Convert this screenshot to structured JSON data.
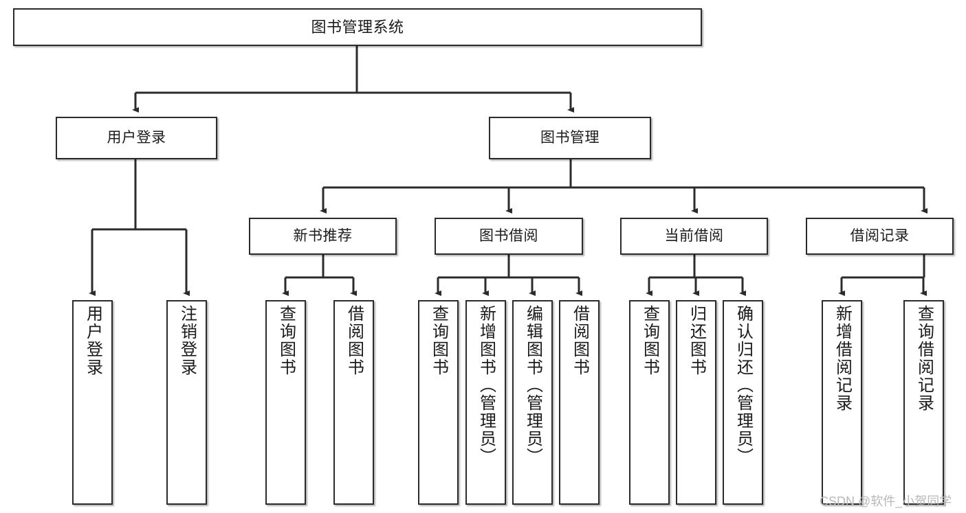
{
  "diagram": {
    "title": "图书管理系统",
    "type": "hierarchy-tree",
    "levels": 4,
    "colors": {
      "box_border": "#2b2b2b",
      "box_fill": "#ffffff",
      "connector": "#2b2b2b",
      "text": "#1a1a1a",
      "watermark": "#b8b8b8",
      "background": "#ffffff"
    }
  },
  "root": {
    "label": "图书管理系统"
  },
  "level1": [
    {
      "label": "用户登录"
    },
    {
      "label": "图书管理"
    }
  ],
  "level2": [
    {
      "label": "新书推荐"
    },
    {
      "label": "图书借阅"
    },
    {
      "label": "当前借阅"
    },
    {
      "label": "借阅记录"
    }
  ],
  "leaves": {
    "user_login": [
      {
        "label": "用户登录"
      },
      {
        "label": "注销登录"
      }
    ],
    "new_book_recommend": [
      {
        "label": "查询图书"
      },
      {
        "label": "借阅图书"
      }
    ],
    "book_borrow": [
      {
        "label": "查询图书"
      },
      {
        "label": "新增图书（管理员）"
      },
      {
        "label": "编辑图书（管理员）"
      },
      {
        "label": "借阅图书"
      }
    ],
    "current_borrow": [
      {
        "label": "查询图书"
      },
      {
        "label": "归还图书"
      },
      {
        "label": "确认归还（管理员）"
      }
    ],
    "borrow_record": [
      {
        "label": "新增借阅记录"
      },
      {
        "label": "查询借阅记录"
      }
    ]
  },
  "watermark": {
    "text": "CSDN @软件_小贺同学"
  }
}
